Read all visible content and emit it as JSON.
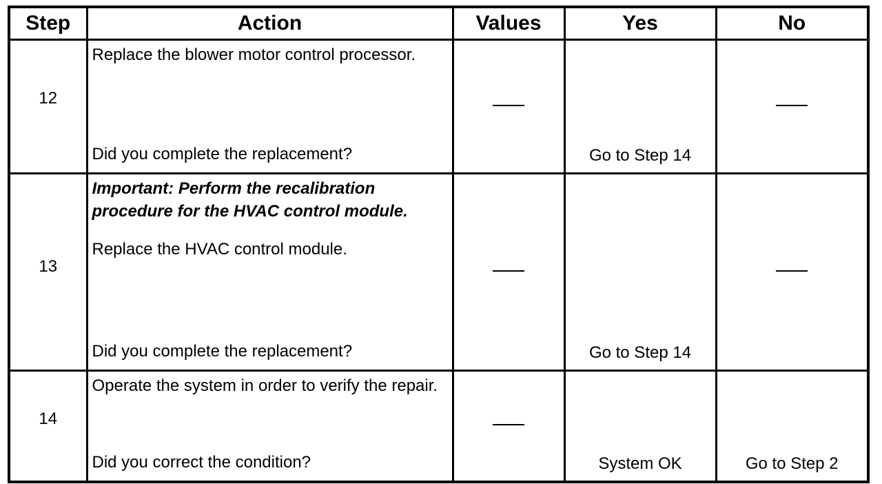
{
  "headers": {
    "step": "Step",
    "action": "Action",
    "values": "Values",
    "yes": "Yes",
    "no": "No"
  },
  "rows": [
    {
      "step": "12",
      "instruction": "Replace the blower motor control processor.",
      "question": "Did you complete the replacement?",
      "values": "—",
      "yes": "Go to Step 14",
      "no": "—"
    },
    {
      "step": "13",
      "important": "Important: Perform the recalibration procedure for the HVAC control module.",
      "instruction": "Replace the HVAC control module.",
      "question": "Did you complete the replacement?",
      "values": "—",
      "yes": "Go to Step 14",
      "no": "—"
    },
    {
      "step": "14",
      "instruction": "Operate the system in order to verify the repair.",
      "question": "Did you correct the condition?",
      "values": "—",
      "yes": "System OK",
      "no": "Go to Step 2"
    }
  ]
}
